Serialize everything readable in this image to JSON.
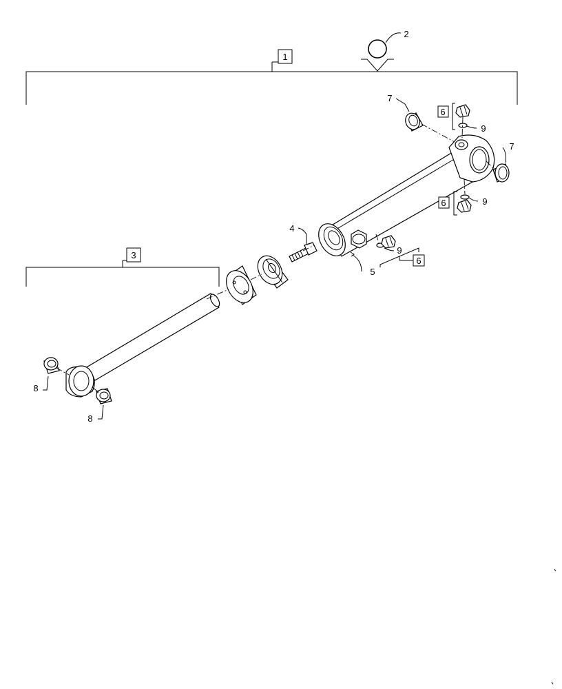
{
  "callouts": {
    "c1": "1",
    "c2": "2",
    "c3": "3",
    "c4": "4",
    "c5": "5",
    "c6a": "6",
    "c6b": "6",
    "c6c": "6",
    "c7a": "7",
    "c7b": "7",
    "c8a": "8",
    "c8b": "8",
    "c9a": "9",
    "c9b": "9",
    "c9c": "9"
  }
}
